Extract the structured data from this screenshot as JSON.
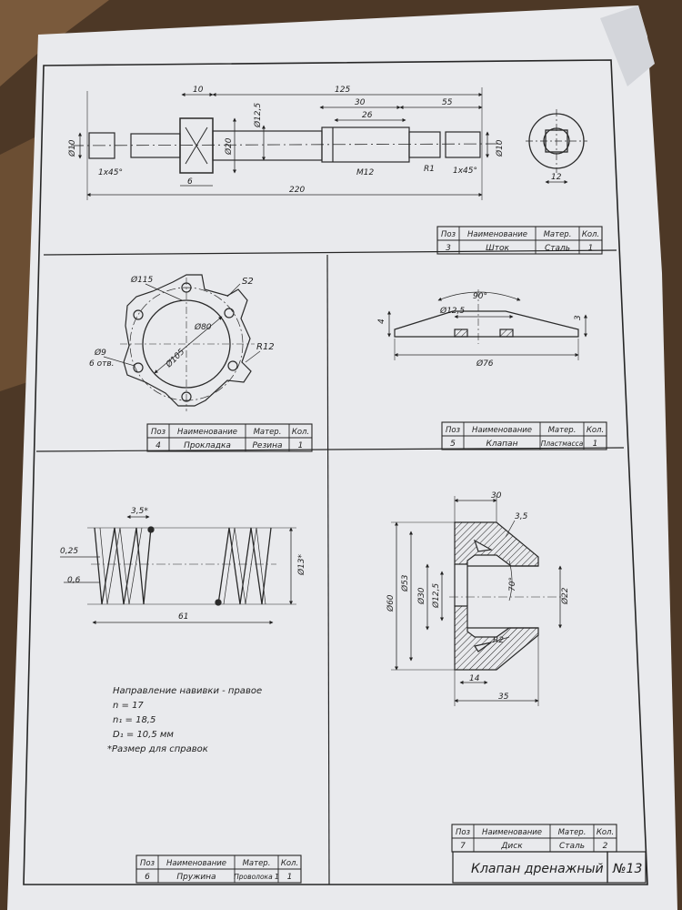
{
  "sheet": {
    "stamp_title": "Клапан дренажный",
    "stamp_number": "№13"
  },
  "table_headers": {
    "pos": "Поз",
    "name": "Наименование",
    "material": "Матер.",
    "qty": "Кол."
  },
  "parts": [
    {
      "pos": "3",
      "name": "Шток",
      "material": "Сталь",
      "qty": "1"
    },
    {
      "pos": "4",
      "name": "Прокладка",
      "material": "Резина",
      "qty": "1"
    },
    {
      "pos": "5",
      "name": "Клапан",
      "material": "Пластмасса",
      "qty": "1"
    },
    {
      "pos": "6",
      "name": "Пружина",
      "material": "Проволока 1",
      "qty": "1"
    },
    {
      "pos": "7",
      "name": "Диск",
      "material": "Сталь",
      "qty": "2"
    }
  ],
  "stem": {
    "dims": {
      "d10_left": "Ø10",
      "len_10": "10",
      "len_125": "125",
      "d12_5": "Ø12,5",
      "len_30": "30",
      "len_55": "55",
      "len_26": "26",
      "d20": "Ø20",
      "len_6": "6",
      "chamfer_left": "1x45°",
      "thread": "M12",
      "r1": "R1",
      "chamfer_right": "1x45°",
      "len_220": "220",
      "d10_right": "Ø10",
      "width_12": "12"
    }
  },
  "gasket": {
    "dims": {
      "d115": "Ø115",
      "s2": "S2",
      "d80": "Ø80",
      "d105": "Ø105",
      "d9": "Ø9",
      "holes": "6 отв.",
      "r12": "R12"
    }
  },
  "valve": {
    "dims": {
      "angle": "90°",
      "d12_5": "Ø12,5",
      "t4": "4",
      "t3": "3",
      "d76": "Ø76"
    }
  },
  "spring": {
    "dims": {
      "pitch": "3,5*",
      "d0_25": "0,25",
      "d0_6": "0,6",
      "length": "61",
      "outer": "Ø13*"
    },
    "notes": [
      "Направление навивки - правое",
      "n = 17",
      "n₁ = 18,5",
      "D₁ = 10,5 мм",
      "*Размер для справок"
    ]
  },
  "disk": {
    "dims": {
      "len_30": "30",
      "r3_5": "3,5",
      "d60": "Ø60",
      "d53": "Ø53",
      "d30": "Ø30",
      "d12_5": "Ø12,5",
      "angle": "70°",
      "d22": "Ø22",
      "r2": "R2",
      "len_14": "14",
      "len_35": "35"
    }
  }
}
